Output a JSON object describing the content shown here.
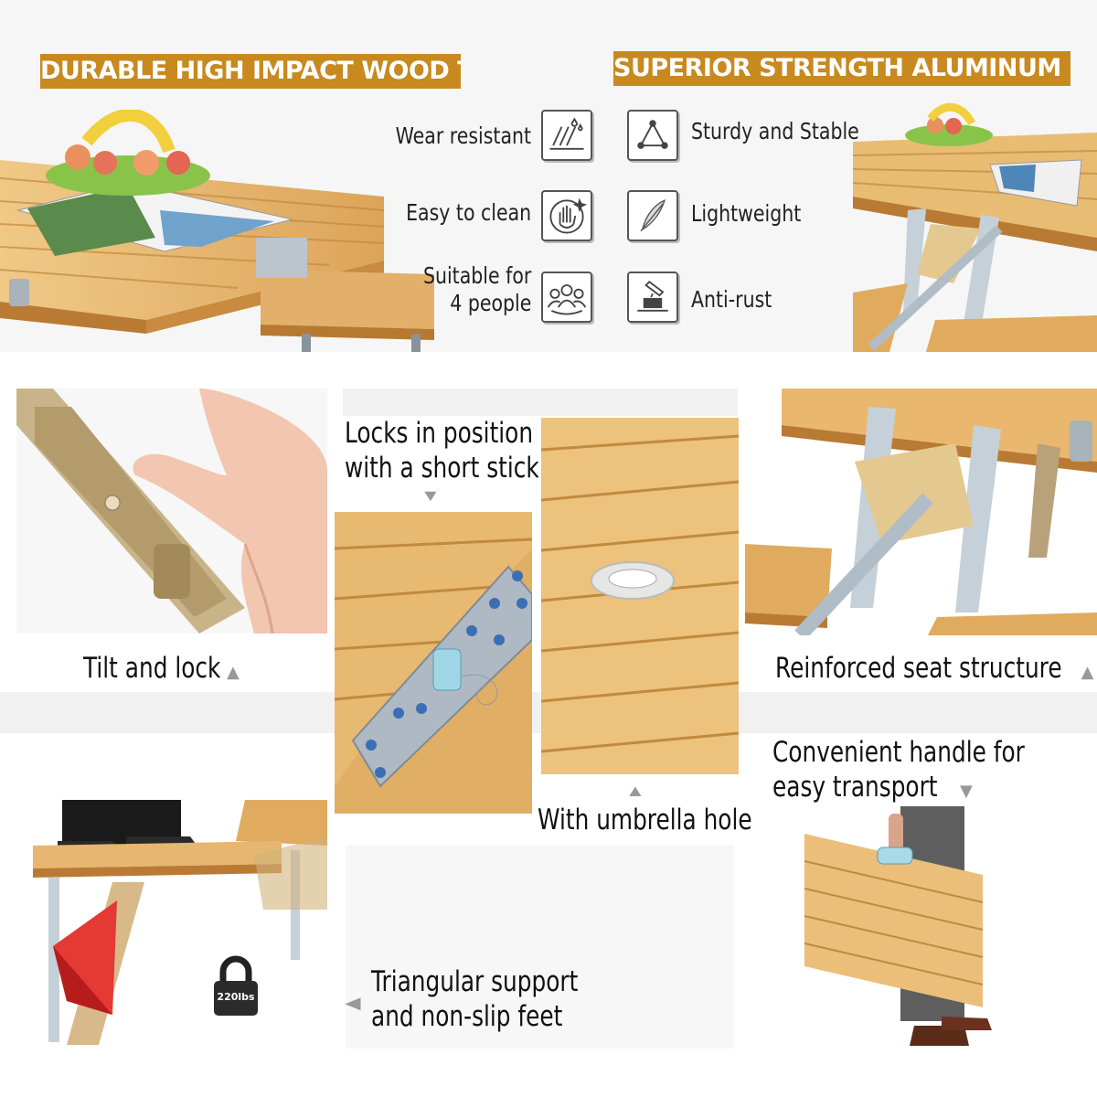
{
  "banners": {
    "left": "DURABLE HIGH IMPACT WOOD TOP",
    "right": "SUPERIOR STRENGTH ALUMINUM FRAME"
  },
  "features_left": [
    {
      "label": "Wear resistant",
      "icon": "wear-resistant-icon"
    },
    {
      "label": "Easy to clean",
      "icon": "easy-clean-icon"
    },
    {
      "label_line1": "Suitable for",
      "label_line2": "4 people",
      "icon": "people-icon"
    }
  ],
  "features_right": [
    {
      "label": "Sturdy and Stable",
      "icon": "triangle-icon"
    },
    {
      "label": "Lightweight",
      "icon": "feather-icon"
    },
    {
      "label": "Anti-rust",
      "icon": "anti-rust-icon"
    }
  ],
  "captions": {
    "tilt": "Tilt and lock",
    "locks_line1": "Locks in position",
    "locks_line2": "with a short stick",
    "reinforced": "Reinforced seat structure",
    "handle_line1": "Convenient handle for",
    "handle_line2": "easy transport",
    "umbrella": "With umbrella hole",
    "triangular_line1": "Triangular support",
    "triangular_line2": "and non-slip feet"
  },
  "badge": {
    "weight": "220lbs",
    "icon": "padlock-icon"
  },
  "arrows": {
    "up": "▲",
    "down": "▼",
    "left": "◀"
  },
  "colors": {
    "banner": "#c8891f",
    "wood": "#e5b76d",
    "wood_dark": "#c98f3e",
    "metal": "#b9c3cc",
    "band": "#f4f4f4"
  }
}
